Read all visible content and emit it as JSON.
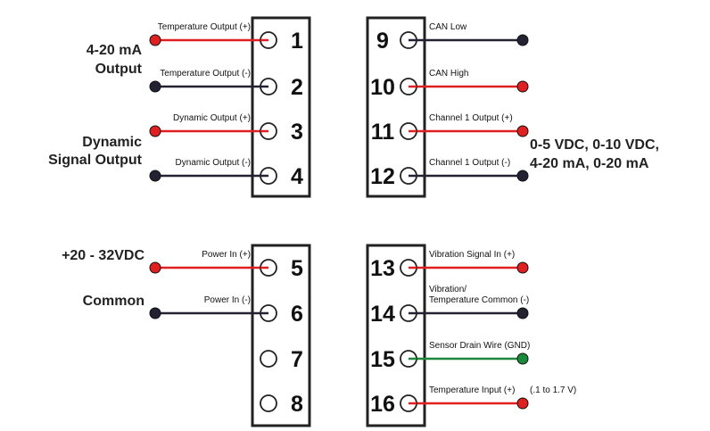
{
  "colors": {
    "red": "#e02020",
    "black": "#222233",
    "green": "#1a8a3a",
    "outline": "#222222"
  },
  "group_labels": {
    "output_4_20_line1": "4-20 mA",
    "output_4_20_line2": "Output",
    "dynamic_line1": "Dynamic",
    "dynamic_line2": "Signal Output",
    "channel_range_line1": "0-5 VDC, 0-10 VDC,",
    "channel_range_line2": "4-20 mA, 0-20 mA",
    "power": "+20 - 32VDC",
    "common": "Common"
  },
  "terminals": [
    {
      "pin": "1",
      "label": "Temperature Output (+)",
      "wire": "red"
    },
    {
      "pin": "2",
      "label": "Temperature Output (-)",
      "wire": "black"
    },
    {
      "pin": "3",
      "label": "Dynamic Output (+)",
      "wire": "red"
    },
    {
      "pin": "4",
      "label": "Dynamic Output (-)",
      "wire": "black"
    },
    {
      "pin": "5",
      "label": "Power In (+)",
      "wire": "red"
    },
    {
      "pin": "6",
      "label": "Power In (-)",
      "wire": "black"
    },
    {
      "pin": "7",
      "label": "",
      "wire": "none"
    },
    {
      "pin": "8",
      "label": "",
      "wire": "none"
    },
    {
      "pin": "9",
      "label": "CAN Low",
      "wire": "black"
    },
    {
      "pin": "10",
      "label": "CAN High",
      "wire": "red"
    },
    {
      "pin": "11",
      "label": "Channel 1 Output (+)",
      "wire": "red"
    },
    {
      "pin": "12",
      "label": "Channel 1 Output (-)",
      "wire": "black"
    },
    {
      "pin": "13",
      "label": "Vibration Signal In (+)",
      "wire": "red"
    },
    {
      "pin": "14",
      "label_line1": "Vibration/",
      "label_line2": "Temperature Common (-)",
      "wire": "black"
    },
    {
      "pin": "15",
      "label": "Sensor Drain Wire (GND)",
      "wire": "green"
    },
    {
      "pin": "16",
      "label": "Temperature Input (+)",
      "note": "(.1 to 1.7 V)",
      "wire": "red"
    }
  ]
}
